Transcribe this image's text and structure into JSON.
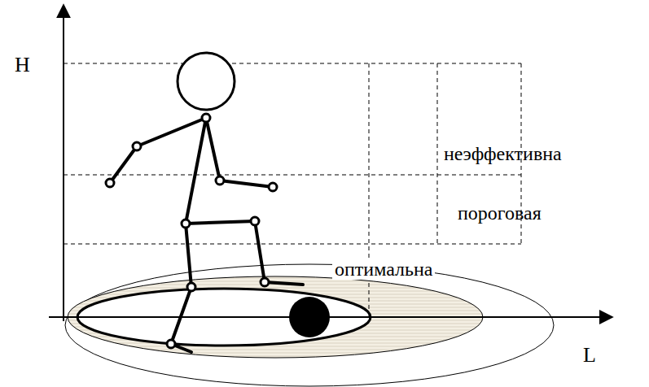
{
  "diagram": {
    "labels": [
      "H",
      "L",
      "неэффективна",
      "пороговая",
      "оптимальна"
    ]
  }
}
